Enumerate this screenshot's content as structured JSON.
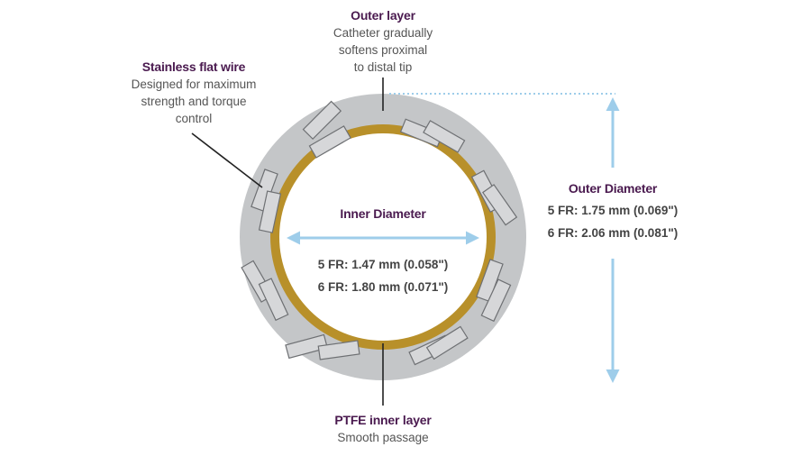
{
  "outer_layer": {
    "title": "Outer layer",
    "lines": [
      "Catheter gradually",
      "softens proximal",
      "to distal tip"
    ]
  },
  "flat_wire": {
    "title": "Stainless flat wire",
    "lines": [
      "Designed for maximum",
      "strength and torque",
      "control"
    ]
  },
  "inner_diameter": {
    "title": "Inner Diameter",
    "values": [
      "5 FR: 1.47 mm (0.058\")",
      "6 FR: 1.80 mm (0.071\")"
    ]
  },
  "outer_diameter": {
    "title": "Outer Diameter",
    "values": [
      "5 FR: 1.75 mm (0.069\")",
      "6 FR: 2.06 mm (0.081\")"
    ]
  },
  "ptfe_layer": {
    "title": "PTFE inner layer",
    "lines": [
      "Smooth passage"
    ]
  },
  "colors": {
    "outer_jacket": "#c4c6c8",
    "ptfe_ring": "#b8902a",
    "wire_fill": "#d6d7d9",
    "wire_stroke": "#6e7073",
    "arrow": "#9ecdea",
    "title_text": "#4a1a4f"
  }
}
